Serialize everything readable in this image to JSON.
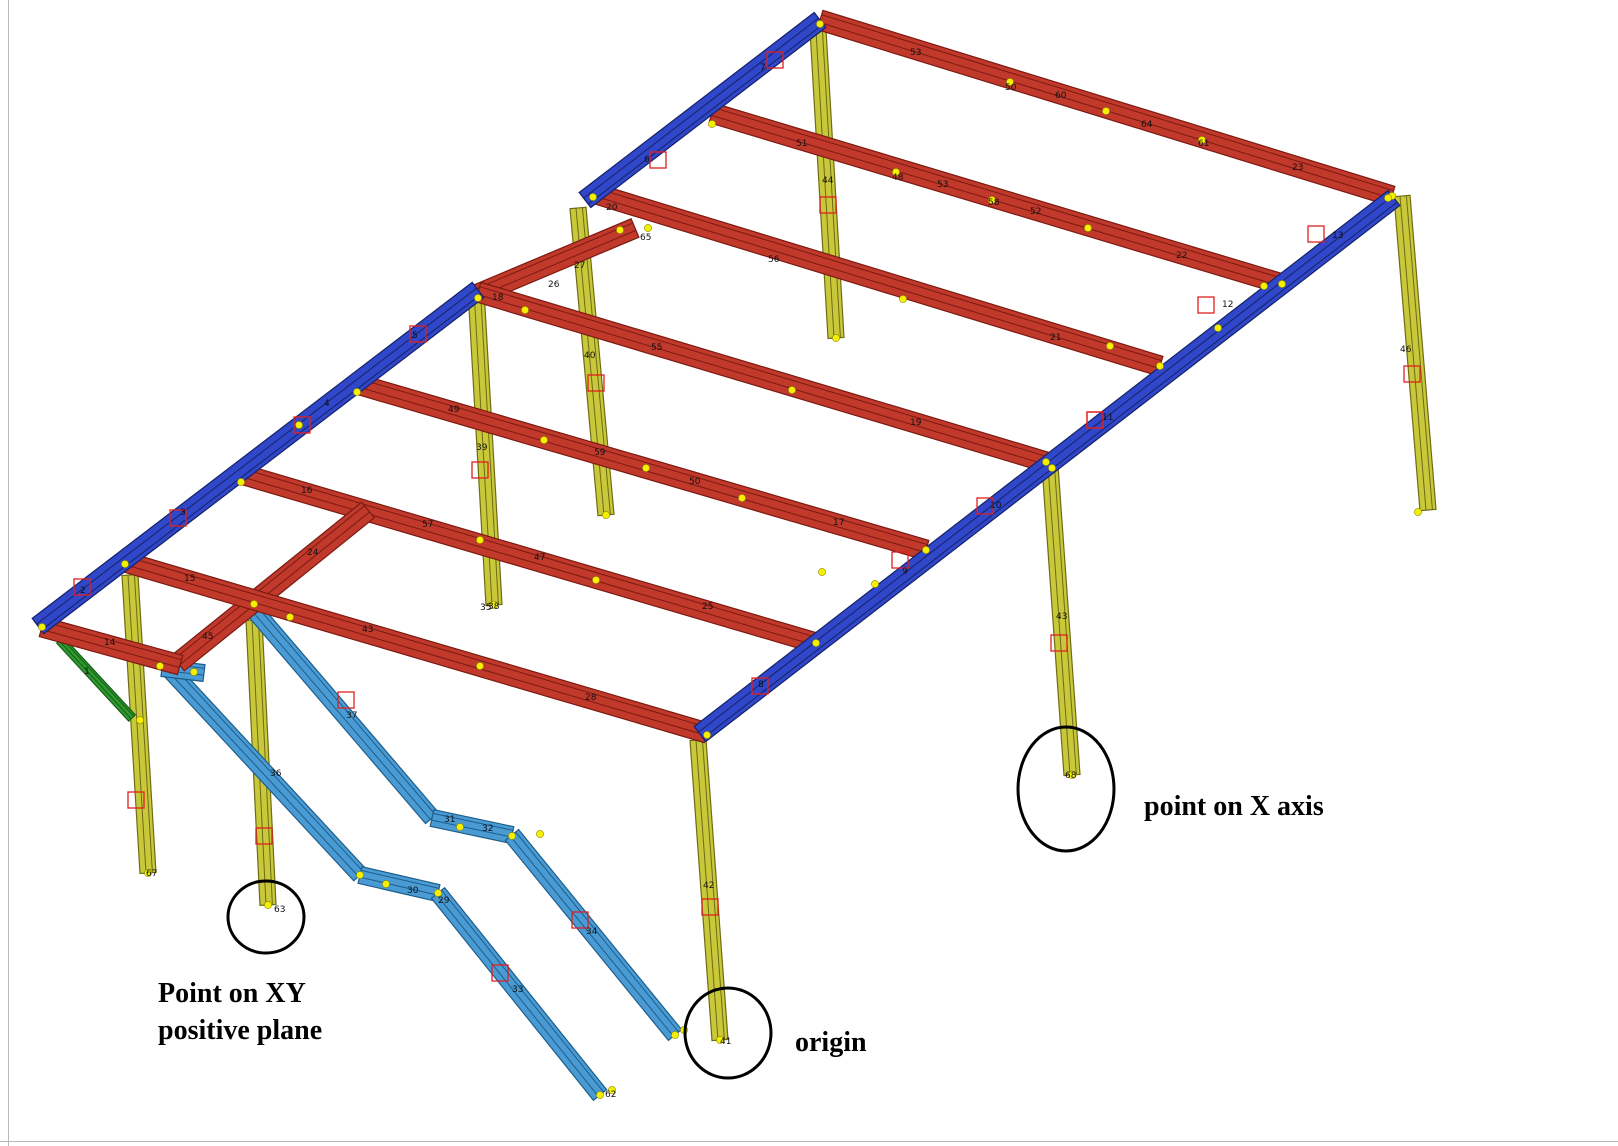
{
  "colors": {
    "main_beam": "#c0392b",
    "main_beam_dark": "#7b1a12",
    "edge_beam": "#2f47c8",
    "edge_beam_dark": "#162268",
    "column": "#c8c83a",
    "column_dark": "#6e6c14",
    "stair": "#4a9bd4",
    "stair_dark": "#1d5d8a",
    "brace": "#2e9a2e",
    "node": "#f5f000",
    "marker": "#e02020",
    "circle": "#000000"
  },
  "annotations": {
    "x_axis": "point on X axis",
    "xy_plane_line1": "Point on XY",
    "xy_plane_line2": "positive plane",
    "origin": "origin"
  },
  "member_labels": [
    {
      "id": "m_53",
      "text": "53"
    },
    {
      "id": "m_50",
      "text": "50"
    },
    {
      "id": "m_60",
      "text": "60"
    },
    {
      "id": "m_64",
      "text": "64"
    },
    {
      "id": "m_61",
      "text": "61"
    },
    {
      "id": "m_23",
      "text": "23"
    },
    {
      "id": "m_51",
      "text": "51"
    },
    {
      "id": "m_48",
      "text": "48"
    },
    {
      "id": "m_53b",
      "text": "53"
    },
    {
      "id": "m_58",
      "text": "58"
    },
    {
      "id": "m_52",
      "text": "52"
    },
    {
      "id": "m_22",
      "text": "22"
    },
    {
      "id": "m_56",
      "text": "56"
    },
    {
      "id": "m_21",
      "text": "21"
    },
    {
      "id": "m_55",
      "text": "55"
    },
    {
      "id": "m_49",
      "text": "49"
    },
    {
      "id": "m_19",
      "text": "19"
    },
    {
      "id": "m_59",
      "text": "59"
    },
    {
      "id": "m_50b",
      "text": "50"
    },
    {
      "id": "m_16",
      "text": "16"
    },
    {
      "id": "m_57",
      "text": "57"
    },
    {
      "id": "m_17",
      "text": "17"
    },
    {
      "id": "m_47",
      "text": "47"
    },
    {
      "id": "m_25",
      "text": "25"
    },
    {
      "id": "m_24",
      "text": "24"
    },
    {
      "id": "m_15",
      "text": "15"
    },
    {
      "id": "m_14",
      "text": "14"
    },
    {
      "id": "m_45",
      "text": "45"
    },
    {
      "id": "m_43",
      "text": "43"
    },
    {
      "id": "m_28",
      "text": "28"
    },
    {
      "id": "m_7",
      "text": "7"
    },
    {
      "id": "m_6",
      "text": "6"
    },
    {
      "id": "m_5",
      "text": "5"
    },
    {
      "id": "m_4",
      "text": "4"
    },
    {
      "id": "m_3",
      "text": "3"
    },
    {
      "id": "m_2",
      "text": "2"
    },
    {
      "id": "m_13",
      "text": "13"
    },
    {
      "id": "m_12",
      "text": "12"
    },
    {
      "id": "m_11",
      "text": "11"
    },
    {
      "id": "m_10",
      "text": "10"
    },
    {
      "id": "m_9",
      "text": "9"
    },
    {
      "id": "m_8",
      "text": "8"
    },
    {
      "id": "m_1",
      "text": "1"
    },
    {
      "id": "m_44",
      "text": "44"
    },
    {
      "id": "m_40",
      "text": "40"
    },
    {
      "id": "m_39",
      "text": "39"
    },
    {
      "id": "m_46",
      "text": "46"
    },
    {
      "id": "m_43b",
      "text": "43"
    },
    {
      "id": "m_42",
      "text": "42"
    },
    {
      "id": "m_37",
      "text": "37"
    },
    {
      "id": "m_36",
      "text": "36"
    },
    {
      "id": "m_33",
      "text": "33"
    },
    {
      "id": "m_34",
      "text": "34"
    },
    {
      "id": "m_32",
      "text": "32"
    },
    {
      "id": "m_31",
      "text": "31"
    },
    {
      "id": "m_30",
      "text": "30"
    },
    {
      "id": "m_29",
      "text": "29"
    },
    {
      "id": "m_27",
      "text": "27"
    },
    {
      "id": "m_26",
      "text": "26"
    },
    {
      "id": "m_20",
      "text": "20"
    },
    {
      "id": "m_18",
      "text": "18"
    },
    {
      "id": "m_35",
      "text": "35"
    },
    {
      "id": "m_38",
      "text": "38"
    },
    {
      "id": "m_41",
      "text": "41"
    },
    {
      "id": "m_63",
      "text": "63"
    },
    {
      "id": "m_67",
      "text": "67"
    },
    {
      "id": "m_62",
      "text": "62"
    },
    {
      "id": "m_68",
      "text": "68"
    },
    {
      "id": "m_65",
      "text": "65"
    }
  ]
}
